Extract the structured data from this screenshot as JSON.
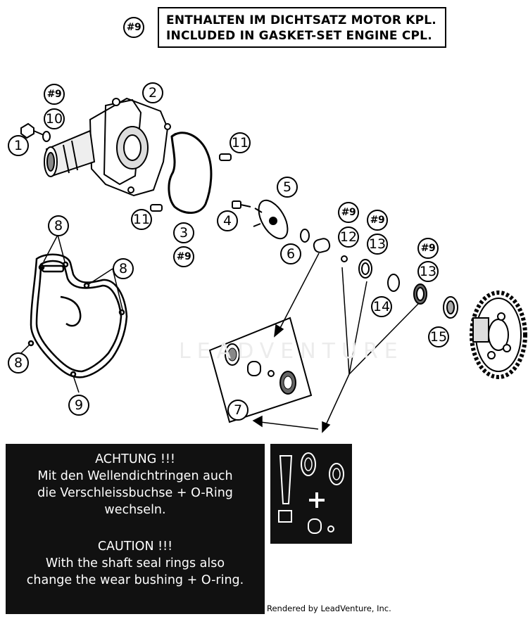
{
  "legend": {
    "badge": "#9",
    "line1": "ENTHALTEN IM DICHTSATZ MOTOR KPL.",
    "line2": "INCLUDED IN GASKET-SET ENGINE CPL."
  },
  "callouts": {
    "c1": "1",
    "c2": "2",
    "c3": "3",
    "c4": "4",
    "c5": "5",
    "c6": "6",
    "c7": "7",
    "c8a": "8",
    "c8b": "8",
    "c8c": "8",
    "c9": "9",
    "c10": "10",
    "c11a": "11",
    "c11b": "11",
    "c12": "12",
    "c13a": "13",
    "c13b": "13",
    "c14": "14",
    "c15": "15",
    "h10": "#9",
    "h3": "#9",
    "h12": "#9",
    "h13a": "#9",
    "h13b": "#9"
  },
  "warning": {
    "title_de": "ACHTUNG !!!",
    "line_de1": "Mit den Wellendichtringen auch",
    "line_de2": "die Verschleissbuchse + O-Ring",
    "line_de3": "wechseln.",
    "title_en": "CAUTION !!!",
    "line_en1": "With the shaft seal rings also",
    "line_en2": "change the wear bushing + O-ring."
  },
  "footer": "Rendered by LeadVenture, Inc.",
  "watermark": "LEADVENTURE"
}
